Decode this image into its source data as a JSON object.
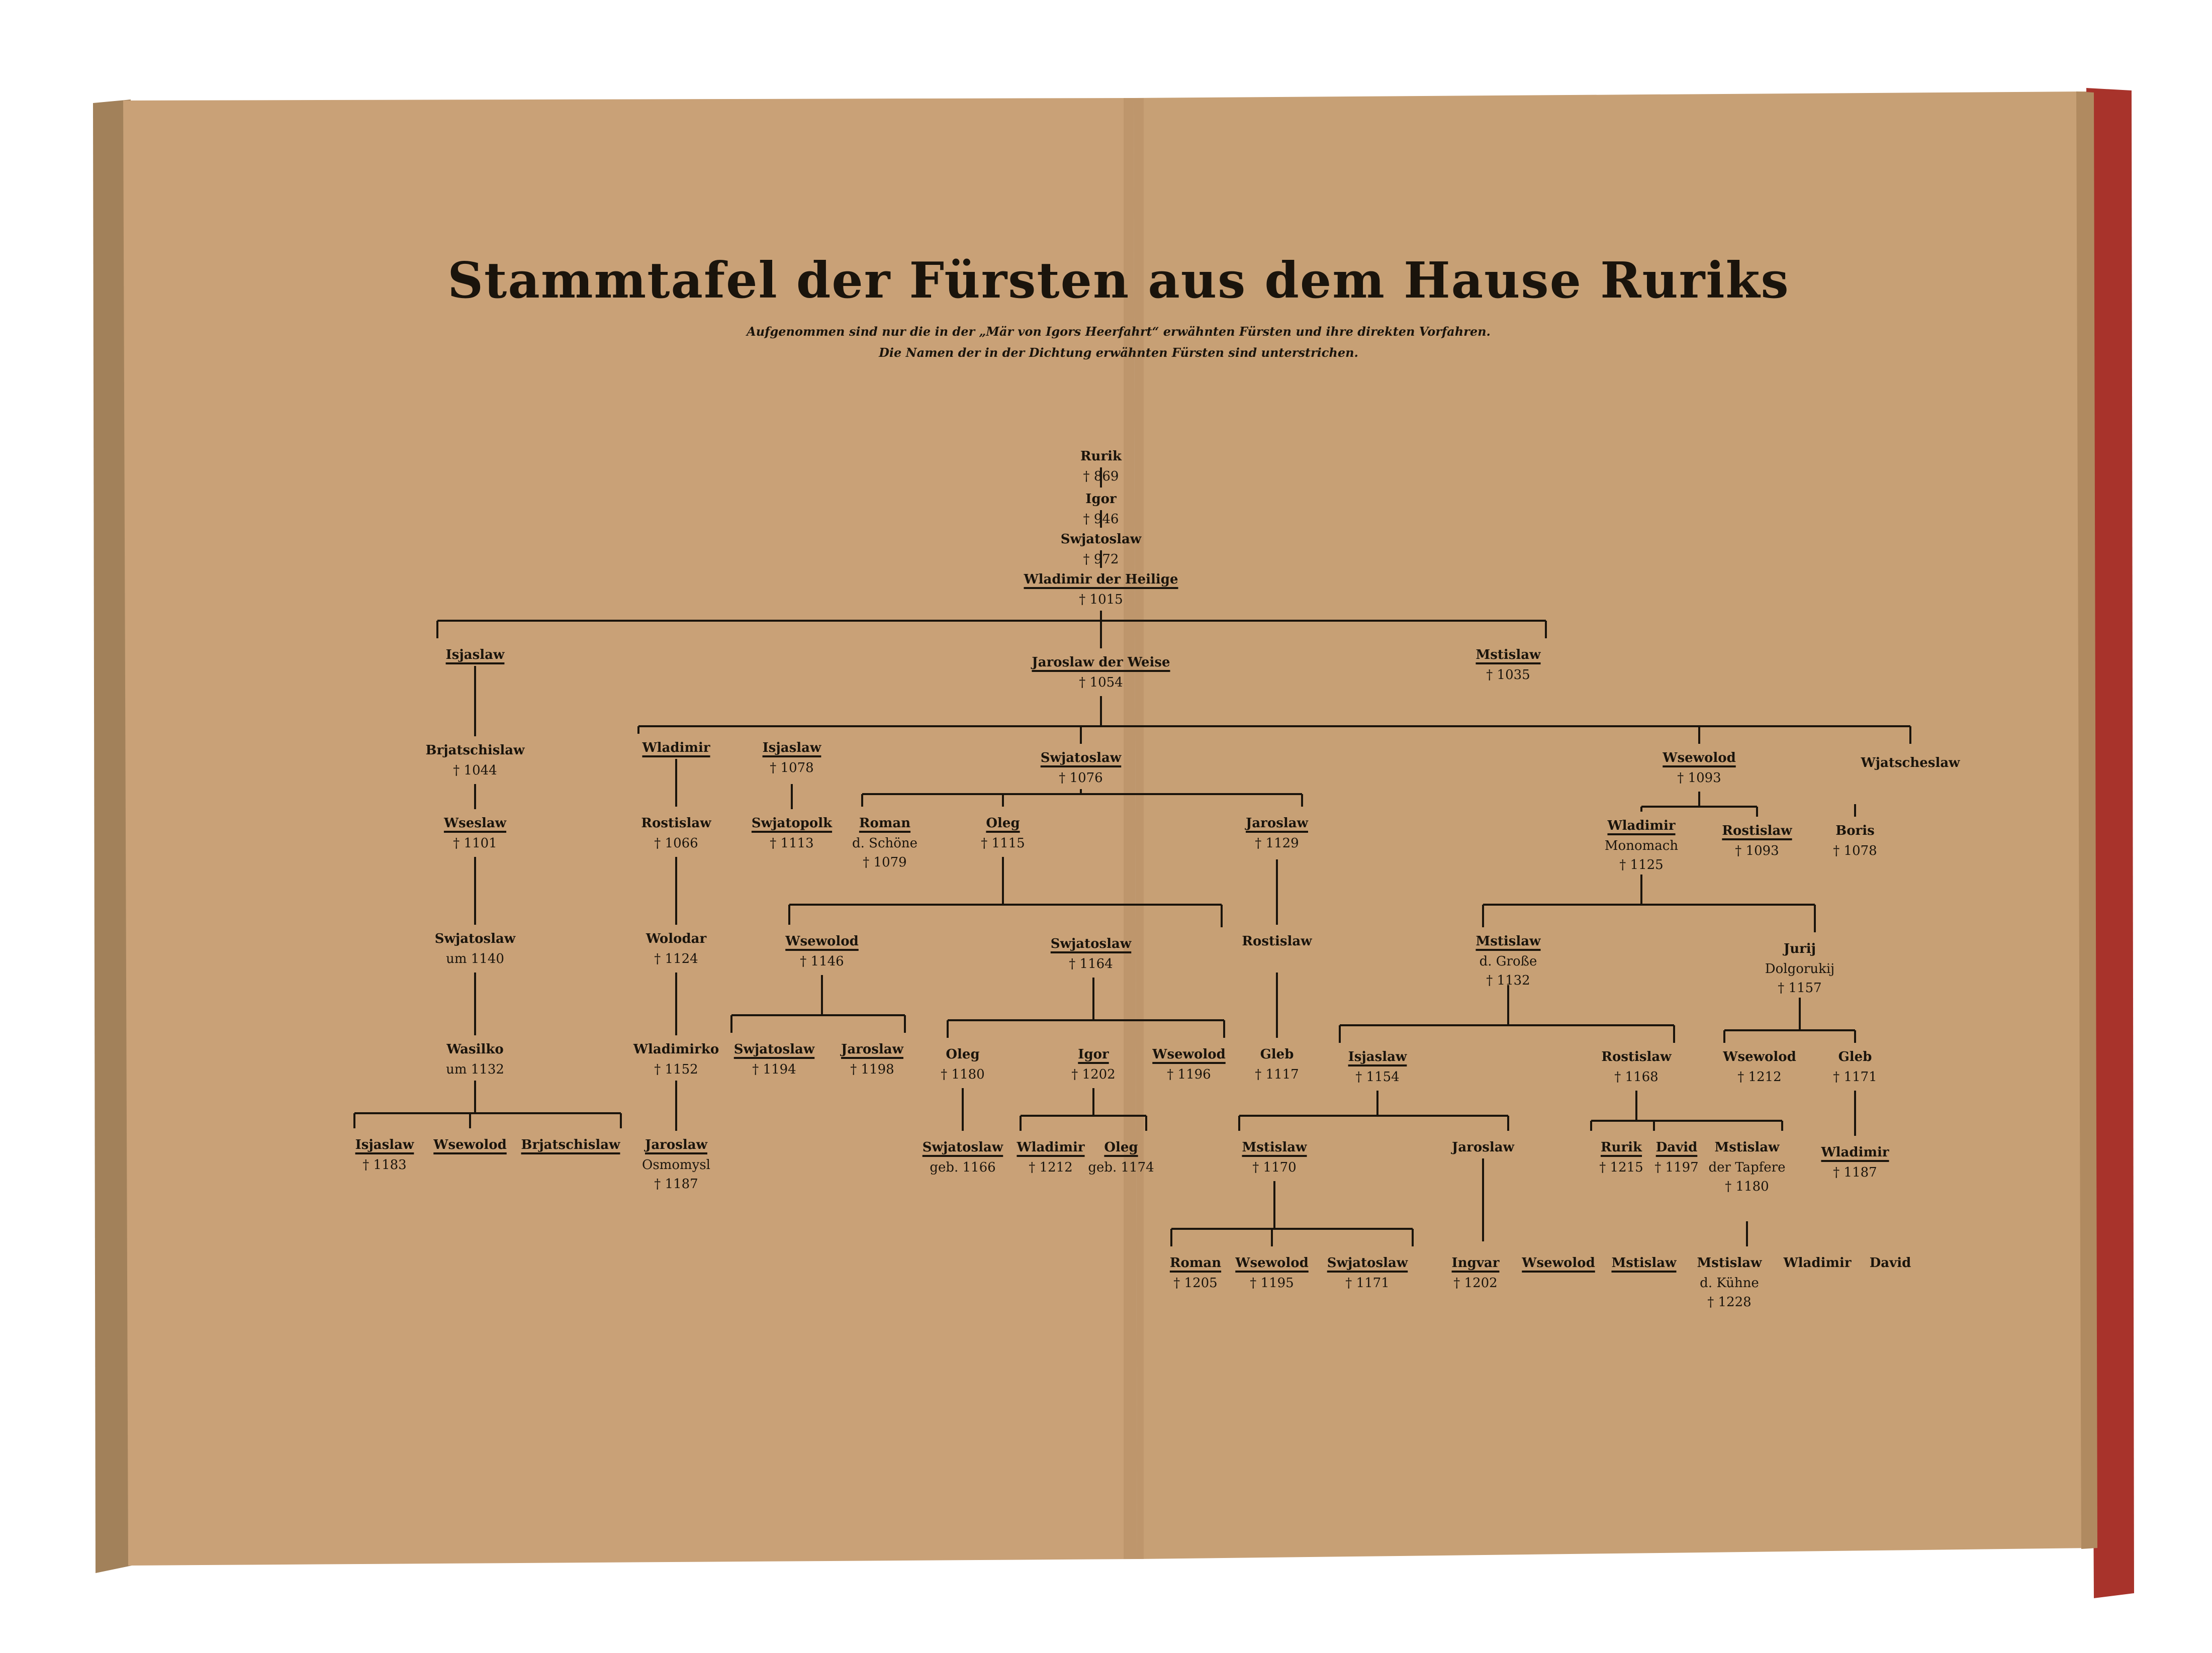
{
  "title": "Stammtafel der Fürsten aus dem Hause Ruriks",
  "subtitle_1": "Aufgenommen sind nur die in der „Mär von Igors Heerfahrt“ erwähnten Fürsten und ihre direkten Vorfahren.",
  "subtitle_2": "Die Namen der in der Dichtung erwähnten Fürsten sind unterstrichen.",
  "colors": {
    "paper": "#c9a177",
    "paper_dark": "#b88f66",
    "ink": "#1a140c",
    "cover": "#a8332b"
  },
  "nodes": {
    "n1": {
      "name": "Rurik",
      "death": "† 869"
    },
    "n2": {
      "name": "Igor",
      "death": "† 946"
    },
    "n3": {
      "name": "Swjatoslaw",
      "death": "† 972"
    },
    "n4": {
      "name": "Wladimir der Heilige",
      "death": "† 1015"
    },
    "n5": {
      "name": "Isjaslaw"
    },
    "n6": {
      "name": "Jaroslaw der Weise",
      "death": "† 1054"
    },
    "n7": {
      "name": "Mstislaw",
      "death": "† 1035"
    },
    "n8": {
      "name": "Brjatschislaw",
      "death": "† 1044"
    },
    "n9": {
      "name": "Wseslaw",
      "death": "† 1101"
    },
    "n10": {
      "name": "Swjatoslaw",
      "death": "um 1140"
    },
    "n11": {
      "name": "Wasilko",
      "death": "um 1132"
    },
    "n12": {
      "name": "Isjaslaw",
      "death": "† 1183"
    },
    "n13": {
      "name": "Wsewolod"
    },
    "n14": {
      "name": "Brjatschislaw"
    },
    "n15": {
      "name": "Wladimir"
    },
    "n16": {
      "name": "Rostislaw",
      "death": "† 1066"
    },
    "n17": {
      "name": "Wolodar",
      "death": "† 1124"
    },
    "n18": {
      "name": "Wladimirko",
      "death": "† 1152"
    },
    "n19": {
      "name": "Jaroslaw",
      "line2": "Osmomysl",
      "death": "† 1187"
    },
    "n20": {
      "name": "Isjaslaw",
      "death": "† 1078"
    },
    "n21": {
      "name": "Swjatopolk",
      "death": "† 1113"
    },
    "n22": {
      "name": "Swjatoslaw",
      "death": "† 1076"
    },
    "n23": {
      "name": "Roman",
      "line2": "d. Schöne",
      "death": "† 1079"
    },
    "n24": {
      "name": "Oleg",
      "death": "† 1115"
    },
    "n25": {
      "name": "Jaroslaw",
      "death": "† 1129"
    },
    "n26": {
      "name": "Wsewolod",
      "death": "† 1146"
    },
    "n27": {
      "name": "Swjatoslaw",
      "death": "† 1164"
    },
    "n28": {
      "name": "Swjatoslaw",
      "death": "† 1194"
    },
    "n29": {
      "name": "Jaroslaw",
      "death": "† 1198"
    },
    "n30": {
      "name": "Oleg",
      "death": "† 1180"
    },
    "n31": {
      "name": "Igor",
      "death": "† 1202"
    },
    "n32": {
      "name": "Wsewolod",
      "death": "† 1196"
    },
    "n33": {
      "name": "Swjatoslaw",
      "death": "geb. 1166"
    },
    "n34": {
      "name": "Wladimir",
      "death": "† 1212"
    },
    "n35": {
      "name": "Oleg",
      "death": "geb. 1174"
    },
    "n36": {
      "name": "Rostislaw"
    },
    "n37": {
      "name": "Gleb",
      "death": "† 1117"
    },
    "n38": {
      "name": "Wsewolod",
      "death": "† 1093"
    },
    "n39": {
      "name": "Wjatscheslaw"
    },
    "n40": {
      "name": "Wladimir",
      "line2": "Monomach",
      "death": "† 1125"
    },
    "n41": {
      "name": "Rostislaw",
      "death": "† 1093"
    },
    "n42": {
      "name": "Boris",
      "death": "† 1078"
    },
    "n43": {
      "name": "Mstislaw",
      "line2": "d. Große",
      "death": "† 1132"
    },
    "n44": {
      "name": "Jurij",
      "line2": "Dolgorukij",
      "death": "† 1157"
    },
    "n45": {
      "name": "Isjaslaw",
      "death": "† 1154"
    },
    "n46": {
      "name": "Rostislaw",
      "death": "† 1168"
    },
    "n47": {
      "name": "Wsewolod",
      "death": "† 1212"
    },
    "n48": {
      "name": "Gleb",
      "death": "† 1171"
    },
    "n49": {
      "name": "Mstislaw",
      "death": "† 1170"
    },
    "n50": {
      "name": "Jaroslaw"
    },
    "n51": {
      "name": "Rurik",
      "death": "† 1215"
    },
    "n52": {
      "name": "David",
      "death": "† 1197"
    },
    "n53": {
      "name": "Mstislaw",
      "line2": "der Tapfere",
      "death": "† 1180"
    },
    "n54": {
      "name": "Wladimir",
      "death": "† 1187"
    },
    "n55": {
      "name": "Roman",
      "death": "† 1205"
    },
    "n56": {
      "name": "Wsewolod",
      "death": "† 1195"
    },
    "n57": {
      "name": "Swjatoslaw",
      "death": "† 1171"
    },
    "n58": {
      "name": "Ingvar",
      "death": "† 1202"
    },
    "n59": {
      "name": "Wsewolod"
    },
    "n60": {
      "name": "Mstislaw"
    },
    "n61": {
      "name": "Mstislaw",
      "line2": "d. Kühne",
      "death": "† 1228"
    },
    "n62": {
      "name": "Wladimir"
    },
    "n63": {
      "name": "David"
    }
  }
}
